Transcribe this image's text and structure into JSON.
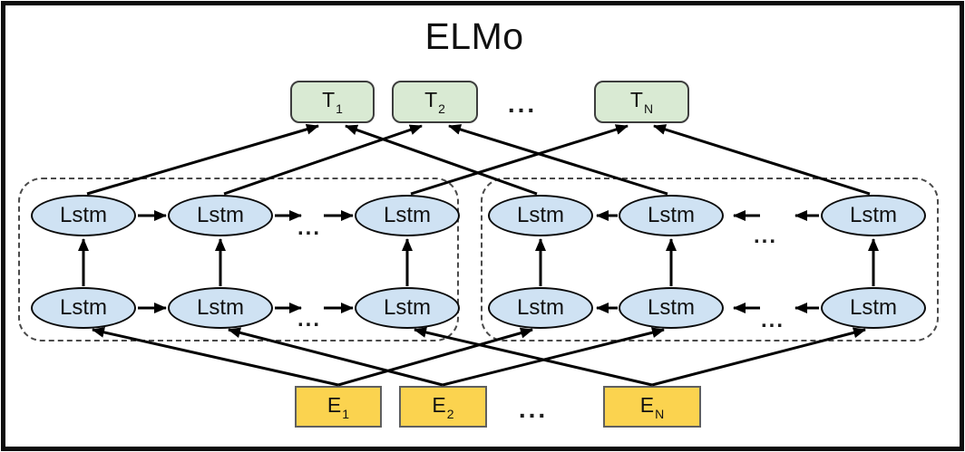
{
  "title": "ELMo",
  "colors": {
    "background": "#ffffff",
    "frame": "#0d0d0d",
    "text": "#111111",
    "arrow": "#000000",
    "dashed": "#4a4a4a",
    "output-fill": "#d9ead3",
    "output-border": "#3d3d3d",
    "lstm-fill": "#cfe2f3",
    "lstm-border": "#0a0a0a",
    "embedding-fill": "#fbd34f",
    "embedding-border": "#5f5f5f"
  },
  "outputs": {
    "items": [
      {
        "main": "T",
        "sub": "1"
      },
      {
        "main": "T",
        "sub": "2"
      },
      {
        "main": "T",
        "sub": "N"
      }
    ],
    "ellipsis": "..."
  },
  "embeddings": {
    "items": [
      {
        "main": "E",
        "sub": "1"
      },
      {
        "main": "E",
        "sub": "2"
      },
      {
        "main": "E",
        "sub": "N"
      }
    ],
    "ellipsis": "..."
  },
  "forward_lstm": {
    "top": [
      "Lstm",
      "Lstm",
      "Lstm"
    ],
    "bottom": [
      "Lstm",
      "Lstm",
      "Lstm"
    ],
    "top_ellipsis": "...",
    "bottom_ellipsis": "..."
  },
  "backward_lstm": {
    "top": [
      "Lstm",
      "Lstm",
      "Lstm"
    ],
    "bottom": [
      "Lstm",
      "Lstm",
      "Lstm"
    ],
    "top_ellipsis": "...",
    "bottom_ellipsis": "..."
  }
}
